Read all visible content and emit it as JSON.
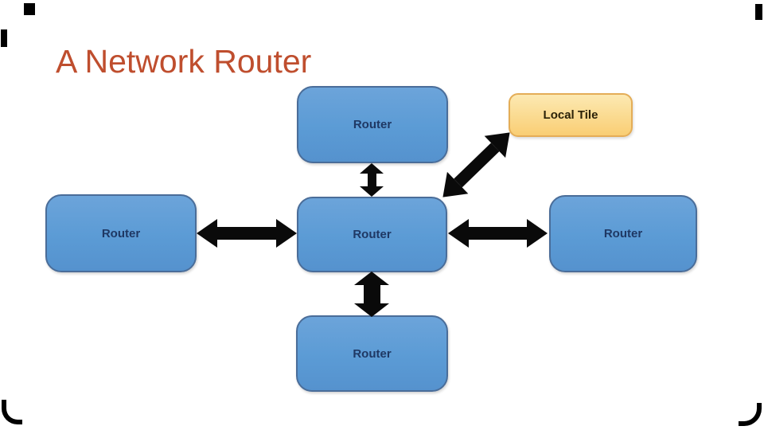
{
  "slide": {
    "title": "A Network Router"
  },
  "nodes": {
    "router_top": {
      "label": "Router"
    },
    "router_left": {
      "label": "Router"
    },
    "router_center": {
      "label": "Router"
    },
    "router_right": {
      "label": "Router"
    },
    "router_bottom": {
      "label": "Router"
    },
    "local_tile": {
      "label": "Local Tile"
    }
  },
  "connectors": [
    {
      "name": "top-to-center",
      "type": "double-headed-arrow",
      "orientation": "vertical"
    },
    {
      "name": "left-to-center",
      "type": "double-headed-arrow",
      "orientation": "horizontal"
    },
    {
      "name": "center-to-right",
      "type": "double-headed-arrow",
      "orientation": "horizontal"
    },
    {
      "name": "center-to-bottom",
      "type": "double-headed-arrow",
      "orientation": "vertical"
    },
    {
      "name": "center-to-local-tile",
      "type": "double-headed-arrow",
      "orientation": "diagonal"
    }
  ],
  "colors": {
    "slide_bg": "#FFFFFF",
    "title": "#BF4E2E",
    "router_fill": "#5B9BD5",
    "router_border": "#4A6D99",
    "router_text": "#1F3864",
    "tile_fill_top": "#FCE9B2",
    "tile_fill_bottom": "#F9CE74",
    "tile_border": "#E4AD57",
    "tile_text": "#2B2208",
    "arrow": "#0A0A0A",
    "frame": "#000000"
  }
}
